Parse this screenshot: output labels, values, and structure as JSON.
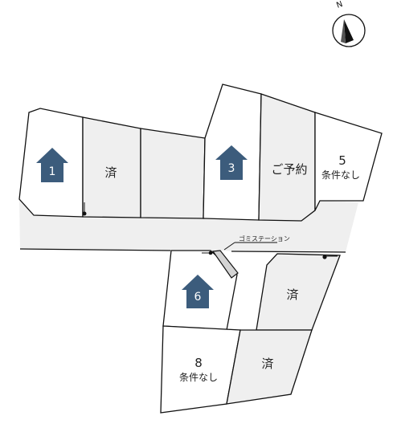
{
  "compass": {
    "label": "N",
    "icon": "north-arrow-icon"
  },
  "colors": {
    "sold_fill": "#efefef",
    "road_fill": "#efefef",
    "available_fill": "#ffffff",
    "marker_fill": "#3c5c7c",
    "outline": "#111111"
  },
  "facility": {
    "label": "ゴミステーション"
  },
  "lots": {
    "lot1": {
      "marker": "1",
      "icon": "house-marker-icon"
    },
    "lot2": {
      "status": "済"
    },
    "lot3": {
      "marker": "3",
      "icon": "house-marker-icon"
    },
    "lot4": {
      "status": "ご予約"
    },
    "lot5": {
      "number": "5",
      "note": "条件なし"
    },
    "lot6": {
      "marker": "6",
      "icon": "house-marker-icon"
    },
    "lot7": {
      "status": "済"
    },
    "lot8": {
      "number": "8",
      "note": "条件なし"
    },
    "lot9": {
      "status": "済"
    }
  }
}
